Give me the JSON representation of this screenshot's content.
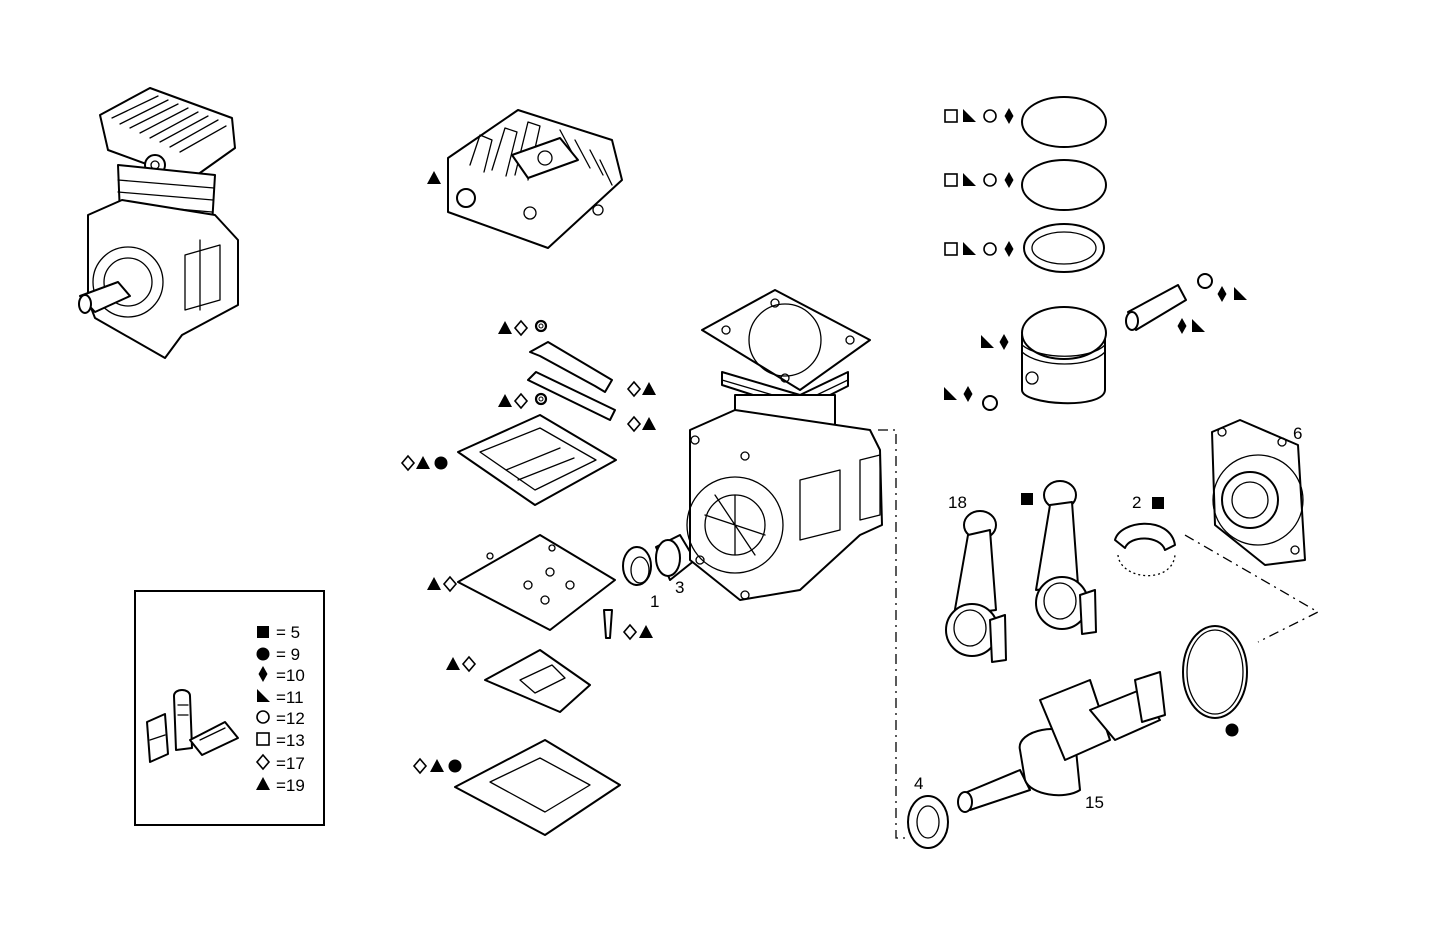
{
  "diagram": {
    "part_numbers": {
      "p1": "1",
      "p2": "2",
      "p3": "3",
      "p4": "4",
      "p6": "6",
      "p15": "15",
      "p18": "18"
    },
    "legend": {
      "entries": [
        {
          "symbol": "filled-square",
          "text": "=  5"
        },
        {
          "symbol": "filled-circle",
          "text": "=  9"
        },
        {
          "symbol": "filled-diamond",
          "text": "=10"
        },
        {
          "symbol": "filled-corner-triangle",
          "text": "=11"
        },
        {
          "symbol": "open-circle",
          "text": "=12"
        },
        {
          "symbol": "open-square",
          "text": "=13"
        },
        {
          "symbol": "open-diamond",
          "text": "=17"
        },
        {
          "symbol": "filled-triangle",
          "text": "=19"
        }
      ]
    },
    "colors": {
      "ink": "#000000",
      "paper": "#ffffff"
    }
  }
}
